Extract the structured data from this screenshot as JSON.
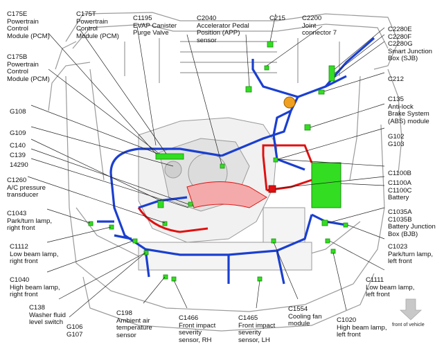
{
  "labels": {
    "c175e": [
      "C175E",
      "Powertrain",
      "Control",
      "Module (PCM)"
    ],
    "c175t": [
      "C175T",
      "Powertrain",
      "Control",
      "Module (PCM)"
    ],
    "c1195": [
      "C1195",
      "EVAP Canister",
      "Purge Valve"
    ],
    "c2040": [
      "C2040",
      "Accelerator Pedal",
      "Position (APP)",
      "sensor"
    ],
    "c215": [
      "C215"
    ],
    "c2200": [
      "C2200",
      "Joint",
      "connector 7"
    ],
    "c2280": [
      "C2280E",
      "C2280F",
      "C2280G",
      "Smart Junction",
      "Box (SJB)"
    ],
    "c175b": [
      "C175B",
      "Powertrain",
      "Control",
      "Module (PCM)"
    ],
    "c212": [
      "C212"
    ],
    "c135": [
      "C135",
      "Anti-lock",
      "Brake System",
      "(ABS) module"
    ],
    "g108": [
      "G108"
    ],
    "g109": [
      "G109"
    ],
    "c140": [
      "C140"
    ],
    "c139": [
      "C139"
    ],
    "n14290": [
      "14290"
    ],
    "g102": [
      "G102",
      "G103"
    ],
    "c1260": [
      "C1260",
      "A/C pressure",
      "transducer"
    ],
    "c1100": [
      "C1100B"
    ],
    "c1100ac": [
      "C1100A",
      "C1100C",
      "Battery"
    ],
    "c1043": [
      "C1043",
      "Park/turn lamp,",
      "right front"
    ],
    "c1035": [
      "C1035A",
      "C1035B",
      "Battery Junction",
      "Box (BJB)"
    ],
    "c1112": [
      "C1112",
      "Low beam lamp,",
      "right front"
    ],
    "c1023": [
      "C1023",
      "Park/turn lamp,",
      "left front"
    ],
    "c1040": [
      "C1040",
      "High beam lamp,",
      "right front"
    ],
    "c1111": [
      "C1111",
      "Low beam lamp,",
      "left front"
    ],
    "c138": [
      "C138",
      "Washer fluid",
      "level switch"
    ],
    "c198": [
      "C198",
      "Ambient air",
      "temperature",
      "sensor"
    ],
    "c1466": [
      "C1466",
      "Front impact",
      "severity",
      "sensor, RH"
    ],
    "c1465": [
      "C1465",
      "Front impact",
      "severity",
      "sensor, LH"
    ],
    "c1554": [
      "C1554",
      "Cooling fan",
      "module"
    ],
    "c1020": [
      "C1020",
      "High beam lamp,",
      "left front"
    ],
    "g106": [
      "G106",
      "G107"
    ]
  },
  "front_of_vehicle": "front of vehicle",
  "colors": {
    "harness_blue": "#1a3fd0",
    "harness_red": "#e01010",
    "connector_green": "#33dd22",
    "outline_gray": "#9a9a9a",
    "leader_line": "#222222",
    "arrow_gray": "#c8c8c8"
  }
}
